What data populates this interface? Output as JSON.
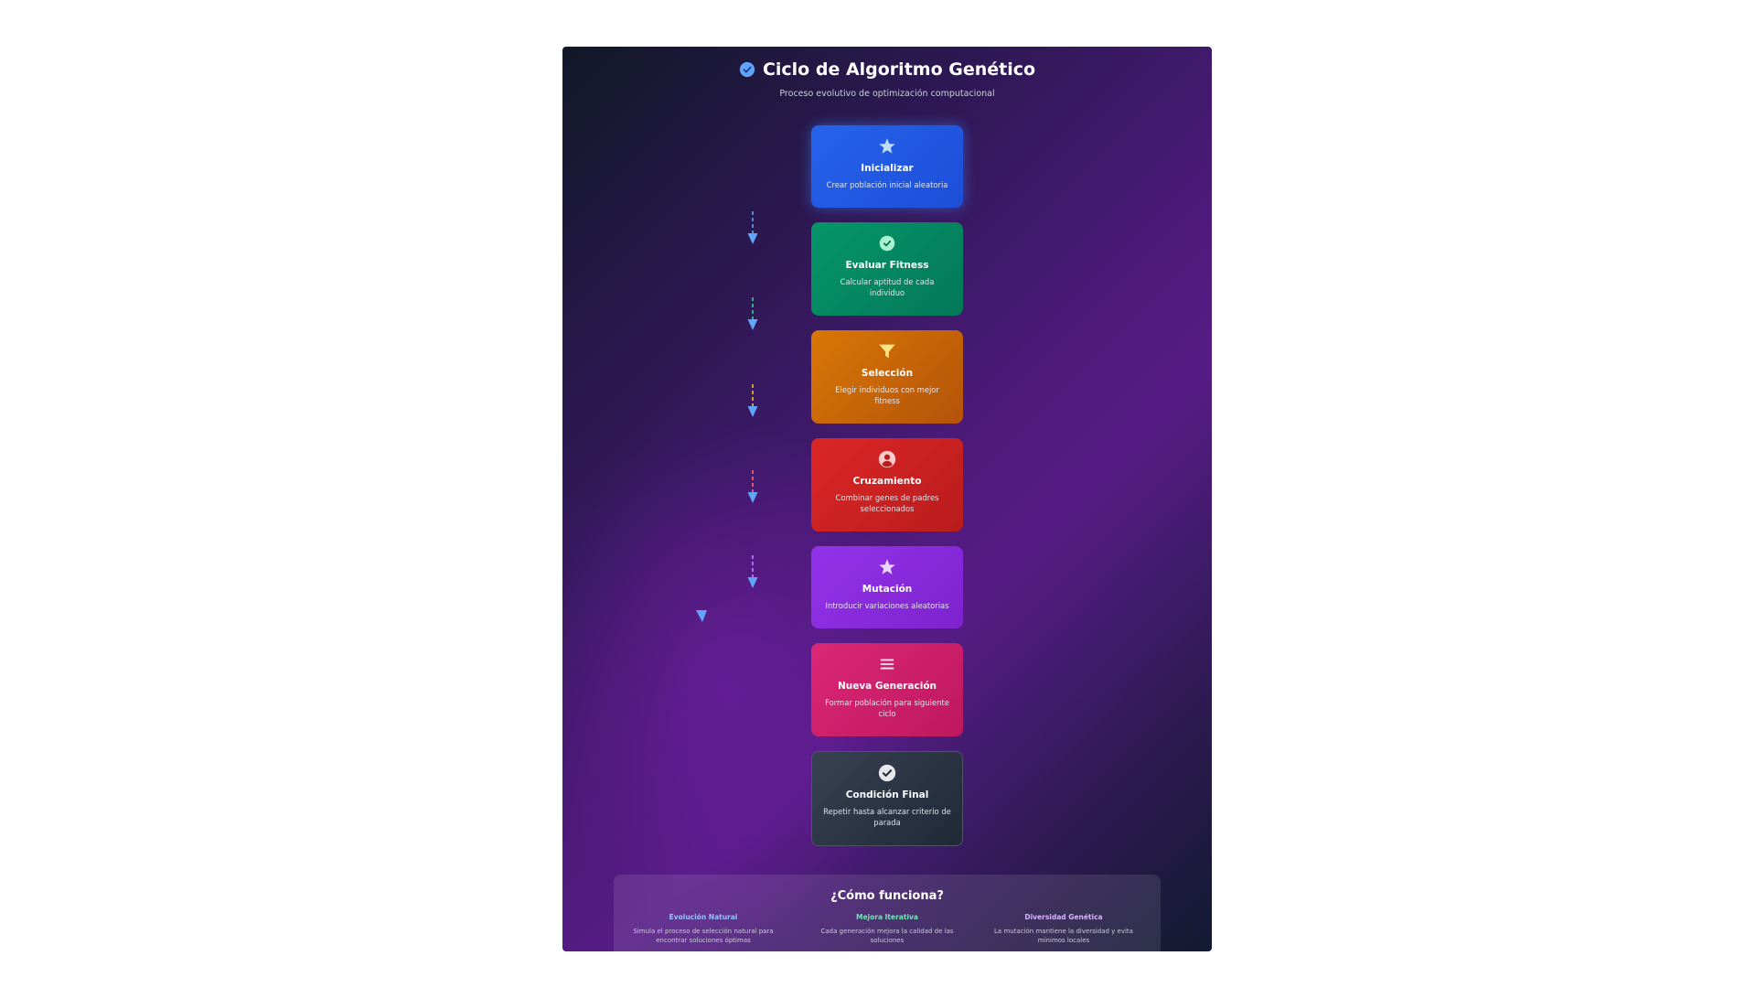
{
  "header": {
    "title": "Ciclo de Algoritmo Genético",
    "subtitle": "Proceso evolutivo de optimización computacional"
  },
  "steps": [
    {
      "icon": "star-icon",
      "title": "Inicializar",
      "desc": "Crear población inicial aleatoria",
      "color": "#2563eb"
    },
    {
      "icon": "check-circle-icon",
      "title": "Evaluar Fitness",
      "desc": "Calcular aptitud de cada individuo",
      "color": "#059669"
    },
    {
      "icon": "filter-icon",
      "title": "Selección",
      "desc": "Elegir individuos con mejor fitness",
      "color": "#d97706"
    },
    {
      "icon": "user-circle-icon",
      "title": "Cruzamiento",
      "desc": "Combinar genes de padres seleccionados",
      "color": "#dc2626"
    },
    {
      "icon": "star-icon",
      "title": "Mutación",
      "desc": "Introducir variaciones aleatorias",
      "color": "#9333ea"
    },
    {
      "icon": "menu-lines-icon",
      "title": "Nueva Generación",
      "desc": "Formar población para siguiente ciclo",
      "color": "#db2777"
    },
    {
      "icon": "check-circle-icon",
      "title": "Condición Final",
      "desc": "Repetir hasta alcanzar criterio de parada",
      "color": "#374151"
    }
  ],
  "info": {
    "title": "¿Cómo funciona?",
    "columns": [
      {
        "heading": "Evolución Natural",
        "text": "Simula el proceso de selección natural para encontrar soluciones óptimas",
        "color": "#93c5fd"
      },
      {
        "heading": "Mejora Iterativa",
        "text": "Cada generación mejora la calidad de las soluciones",
        "color": "#6ee7b7"
      },
      {
        "heading": "Diversidad Genética",
        "text": "La mutación mantiene la diversidad y evita mínimos locales",
        "color": "#d8b4fe"
      }
    ]
  }
}
